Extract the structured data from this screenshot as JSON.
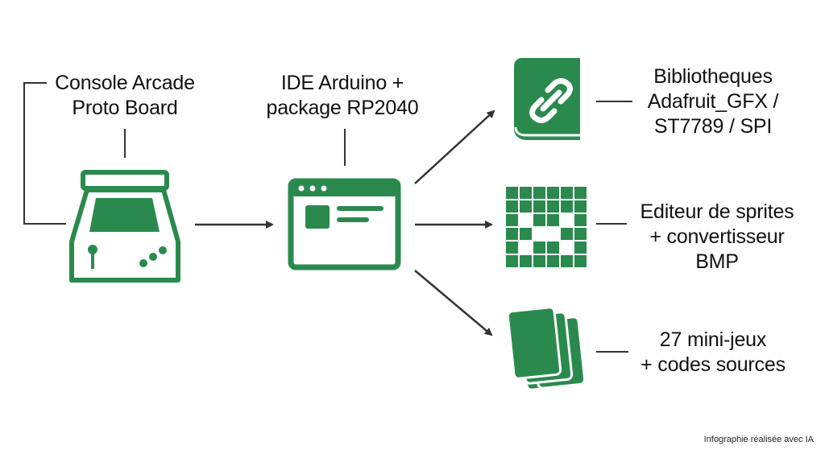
{
  "colors": {
    "accent": "#2a8a4e",
    "line": "#333333",
    "text": "#111111",
    "background": "#ffffff"
  },
  "nodes": {
    "console": {
      "icon": "arcade-cabinet-icon",
      "line1": "Console Arcade",
      "line2": "Proto Board"
    },
    "ide": {
      "icon": "browser-window-icon",
      "line1": "IDE Arduino +",
      "line2": "package RP2040"
    },
    "libraries": {
      "icon": "link-book-icon",
      "line1": "Bibliotheques",
      "line2": "Adafruit_GFX /",
      "line3": "ST7789 / SPI"
    },
    "sprites": {
      "icon": "pixel-grid-icon",
      "line1": "Editeur de sprites",
      "line2": "+ convertisseur",
      "line3": "BMP"
    },
    "games": {
      "icon": "card-stack-icon",
      "line1": "27 mini-jeux",
      "line2": "+ codes sources"
    }
  },
  "footer": "Infographie réalisée avec IA"
}
